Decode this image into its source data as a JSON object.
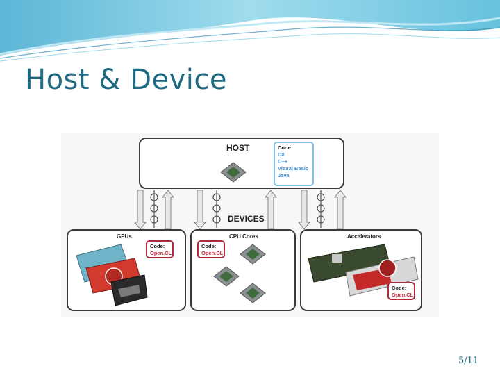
{
  "slide": {
    "title": "Host & Device",
    "page_number": "5/11"
  },
  "colors": {
    "title": "#1f6a80",
    "host_code_border": "#7ec3e6",
    "device_code_border": "#b0283c",
    "wave_primary": "#5fc4e0"
  },
  "diagram": {
    "host": {
      "label": "HOST",
      "code": {
        "title": "Code:",
        "items": [
          "C#",
          "C++",
          "Visual Basic",
          "Java"
        ]
      }
    },
    "devices_label": "DEVICES",
    "gpus": {
      "label": "GPUs",
      "code": {
        "title": "Code:",
        "items": [
          "Open.CL"
        ]
      }
    },
    "cpu_cores": {
      "label": "CPU Cores",
      "code": {
        "title": "Code:",
        "items": [
          "Open.CL"
        ]
      }
    },
    "accelerators": {
      "label": "Accelerators",
      "code": {
        "title": "Code:",
        "items": [
          "Open.CL"
        ]
      }
    }
  }
}
